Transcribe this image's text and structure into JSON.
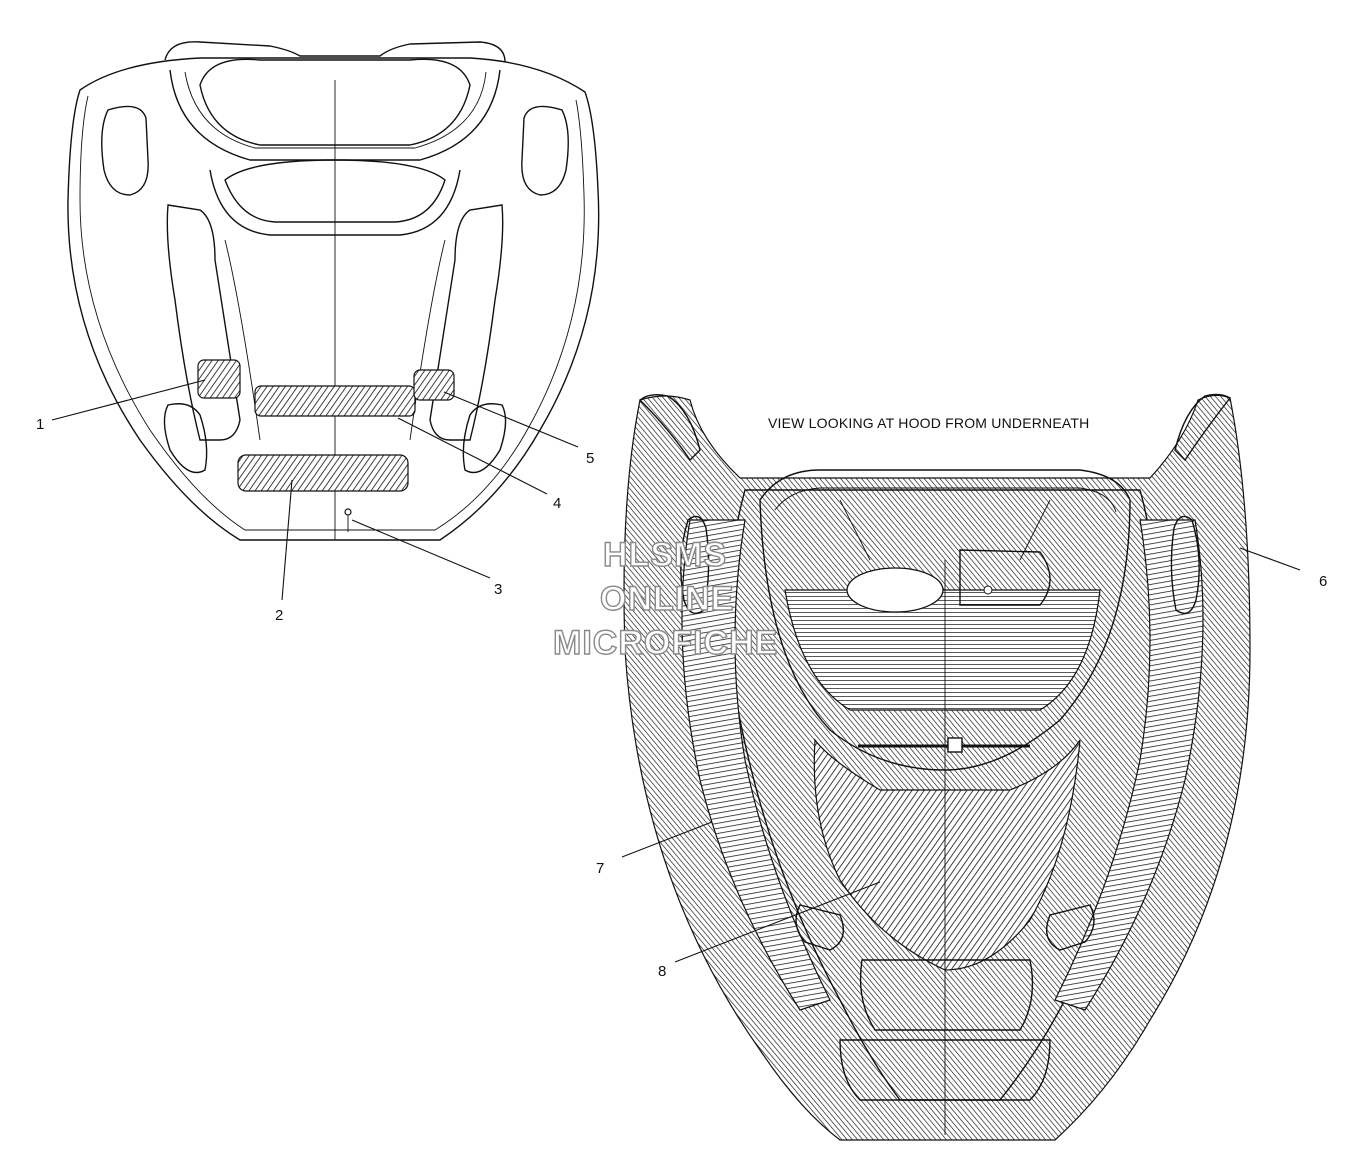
{
  "caption": "VIEW LOOKING AT HOOD FROM UNDERNEATH",
  "watermark": {
    "line1": "HLSMS",
    "line2": "ONLINE",
    "line3": "MICROFICHE"
  },
  "callouts": [
    {
      "id": "1",
      "label": "1"
    },
    {
      "id": "2",
      "label": "2"
    },
    {
      "id": "3",
      "label": "3"
    },
    {
      "id": "4",
      "label": "4"
    },
    {
      "id": "5",
      "label": "5"
    },
    {
      "id": "6",
      "label": "6"
    },
    {
      "id": "7",
      "label": "7"
    },
    {
      "id": "8",
      "label": "8"
    }
  ],
  "colors": {
    "line": "#111111",
    "background": "#ffffff",
    "watermark_outline": "#8a8a8a"
  }
}
